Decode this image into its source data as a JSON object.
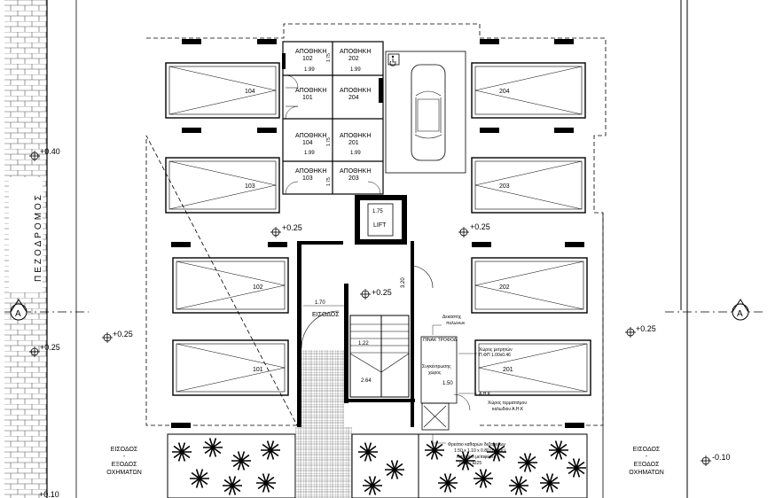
{
  "sidewalk_label": "ΠΕΖΟΔΡΟΜΟΣ",
  "levels": {
    "sidewalk_top": "+0.40",
    "sidewalk_mid": "+0.25",
    "sidewalk_bottom": "+0.10",
    "left_outside": "+0.25",
    "left_upper": "+0.25",
    "right_upper": "+0.25",
    "entrance": "+0.25",
    "right_outside": "+0.25",
    "right_bottom": "-0.10"
  },
  "section_marker": "A",
  "parking": {
    "top_left": "104",
    "left_2": "103",
    "left_3": "102",
    "left_4": "101",
    "top_right": "204",
    "right_2": "203",
    "right_3": "202",
    "right_4": "201"
  },
  "storage": {
    "label": "ΑΠΟΘΗΚΗ",
    "numbers": [
      "102",
      "202",
      "101",
      "204",
      "104",
      "201",
      "103",
      "203"
    ],
    "dim_width": "1.99",
    "dim_height": "1.75"
  },
  "lift": {
    "label": "LIFT",
    "dim": "1.75"
  },
  "entrance_label": "ΕΙΣΟΔΟΣ",
  "dims": {
    "d170": "1.70",
    "d320": "3.20",
    "d150": "1.50",
    "d122": "1.22",
    "d264": "2.64"
  },
  "annotations": {
    "fire_ext_1": "Δεκαστης",
    "fire_ext_2": "πυλωνων",
    "electric": "ΠΙΝΑΚ ΤΡΟΦΟΔ",
    "meters_1": "Χώρος μετρητών",
    "meters_2": "Π.ΦΠ 1.00x0.46",
    "refuse_1": "Συγκέντρωσης",
    "refuse_2": "χώρος",
    "ahk": "Α.Η.Κ",
    "ahk_space_1": "Χώρος τερματισμου",
    "ahk_space_2": "καλωδιου Α.Η.Κ",
    "trap_1": "Φρεάτιο καθαρών δεξαμένων",
    "trap_2": "1.50 x 1.10 x 0.80 (βάθος)",
    "trap_3": "Κατσούτι μεταφέρει",
    "trap_4": "οικια - ΕΙ25"
  },
  "vehicle_entry": {
    "line1": "ΕΙΣΟΔΟΣ",
    "line2": "-",
    "line3": "ΕΞΟΔΟΣ",
    "line4": "ΟΧΗΜΑΤΩΝ"
  },
  "icons": {
    "accessible": "wheelchair-icon",
    "car": "car-icon",
    "plant": "plant-icon"
  }
}
